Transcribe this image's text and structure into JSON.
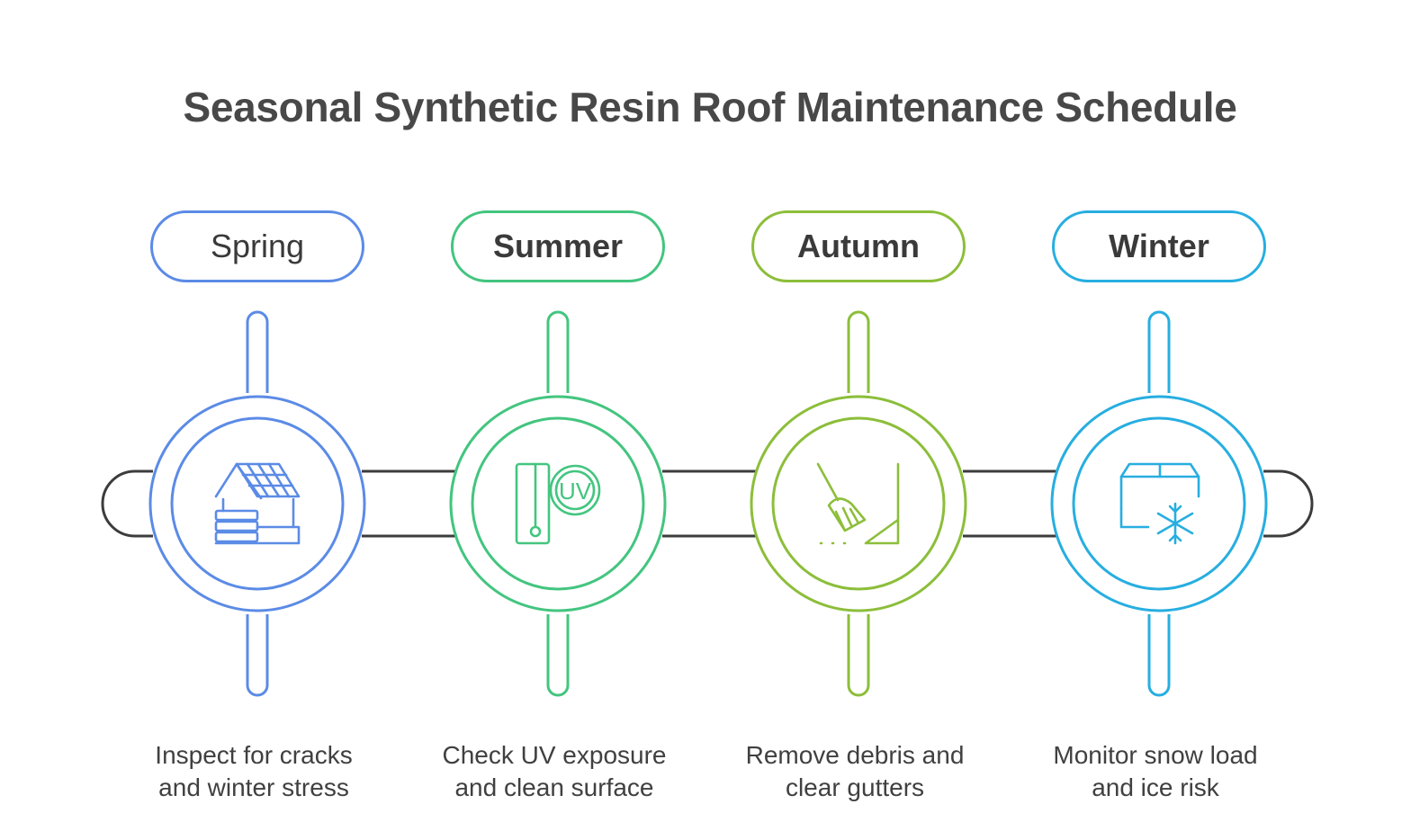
{
  "title": "Seasonal Synthetic Resin Roof Maintenance Schedule",
  "colors": {
    "spring": "#5b8be6",
    "summer": "#43c57f",
    "autumn": "#8cbe3a",
    "winter": "#27aee0",
    "track": "#3c3c3c",
    "text": "#404040"
  },
  "stages": [
    {
      "season": "Spring",
      "description_line1": "Inspect for cracks",
      "description_line2": "and winter stress",
      "icon": "house-solar-panel-icon"
    },
    {
      "season": "Summer",
      "description_line1": "Check UV exposure",
      "description_line2": "and clean surface",
      "icon": "uv-thermometer-icon"
    },
    {
      "season": "Autumn",
      "description_line1": "Remove debris and",
      "description_line2": "clear gutters",
      "icon": "broom-gutter-icon"
    },
    {
      "season": "Winter",
      "description_line1": "Monitor snow load",
      "description_line2": "and ice risk",
      "icon": "box-snowflake-icon"
    }
  ],
  "uv_label": "UV"
}
